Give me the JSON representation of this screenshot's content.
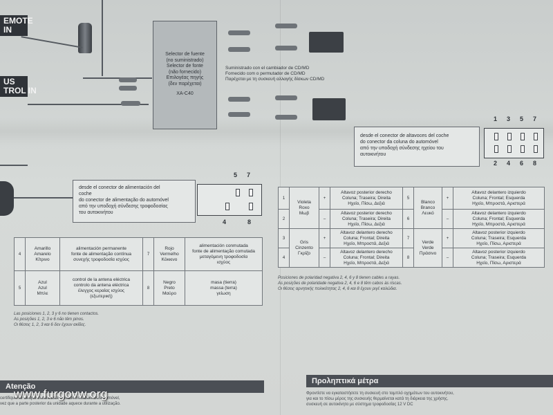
{
  "labels": {
    "remote_in": "EMOTE\nIN",
    "us_trol_in": "US\nTROL IN"
  },
  "selector": {
    "lines": [
      "Selector de fuente",
      "(no suministrado)",
      "Selector de fonte",
      "(não fornecido)",
      "Επιλογέας πηγής",
      "(δεν παρέχεται)"
    ],
    "model": "XA-C40"
  },
  "changer_note": [
    "Suministrado con el cambiador de CD/MD",
    "Fornecido com o permutador de CD/MD",
    "Παρέχεται με τη συσκευή αλλαγής δίσκων CD/MD"
  ],
  "speaker_source": [
    "desde el conector de altavoces del coche",
    "do conector da coluna do automóvel",
    "από την υποδοχή σύνδεσης ηχείου του",
    "αυτοκινήτου"
  ],
  "power_source": [
    "desde el conector de alimentación del",
    "coche",
    "do conector de alimentação do automóvel",
    "από την υποδοχή σύνδεσης τροφοδοσίας",
    "του αυτοκινήτου"
  ],
  "connector_small": {
    "top": [
      "5",
      "7"
    ],
    "bottom": [
      "4",
      "8"
    ]
  },
  "connector_large": {
    "top": [
      "1",
      "3",
      "5",
      "7"
    ],
    "bottom": [
      "2",
      "4",
      "6",
      "8"
    ]
  },
  "power_table": [
    {
      "num": "4",
      "color": [
        "Amarillo",
        "Amarelo",
        "Κίτρινο"
      ],
      "desc": [
        "alimentación permanente",
        "fonte de alimentação contínua",
        "συνεχής τροφοδοσία ισχύος"
      ],
      "num2": "7",
      "color2": [
        "Rojo",
        "Vermelho",
        "Κόκκινο"
      ],
      "desc2": [
        "alimentación conmutada",
        "fonte de alimentação comutada",
        "μεταγόμενη τροφοδοσία",
        "ισχύος"
      ]
    },
    {
      "num": "5",
      "color": [
        "Azul",
        "Azul",
        "Μπλε"
      ],
      "desc": [
        "control de la antena eléctrica",
        "controlo da antena eléctrica",
        "έλεγχος κεραίας ισχύος",
        "(εξωτερική)"
      ],
      "num2": "8",
      "color2": [
        "Negro",
        "Preto",
        "Μαύρο"
      ],
      "desc2": [
        "masa (tierra)",
        "massa (terra)",
        "γείωση"
      ]
    }
  ],
  "power_note": [
    "Las posiciones 1, 2, 3 y 6 no tienen contactos.",
    "As posições 1, 2, 3 e 6 não têm pinos.",
    "Οι θέσεις 1, 2, 3 και 6 δεν έχουν ακίδες."
  ],
  "speaker_table": {
    "left": [
      {
        "num": "1",
        "color": [
          "Violeta",
          "Roxo",
          "Μωβ"
        ],
        "sign": "+",
        "desc": [
          "Altavoz posterior derecho",
          "Coluna; Traseira; Direita",
          "Ηχείο, Πίσω, Δεξιά"
        ]
      },
      {
        "num": "2",
        "sign": "–",
        "desc": [
          "Altavoz posterior derecho",
          "Coluna; Traseira; Direita",
          "Ηχείο, Πίσω, Δεξιά"
        ]
      },
      {
        "num": "3",
        "color": [
          "Gris",
          "Cinzento",
          "Γκρίζο"
        ],
        "sign": "+",
        "desc": [
          "Altavoz delantero derecho",
          "Coluna; Frontal; Direita",
          "Ηχείο, Μπροστά, Δεξιά"
        ]
      },
      {
        "num": "4",
        "sign": "–",
        "desc": [
          "Altavoz delantero derecho",
          "Coluna; Frontal; Direita",
          "Ηχείο, Μπροστά, Δεξιά"
        ]
      }
    ],
    "right": [
      {
        "num": "5",
        "color": [
          "Blanco",
          "Branco",
          "Λευκό"
        ],
        "sign": "+",
        "desc": [
          "Altavoz delantero izquierdo",
          "Coluna; Frontal; Esquerda",
          "Ηχείο, Μπροστά, Αριστερά"
        ]
      },
      {
        "num": "6",
        "sign": "–",
        "desc": [
          "Altavoz delantero izquierdo",
          "Coluna; Frontal; Esquerda",
          "Ηχείο, Μπροστά, Αριστερά"
        ]
      },
      {
        "num": "7",
        "color": [
          "Verde",
          "Verde",
          "Πράσινο"
        ],
        "sign": "+",
        "desc": [
          "Altavoz posterior izquierdo",
          "Coluna; Traseira; Esquerda",
          "Ηχείο, Πίσω, Αριστερά"
        ]
      },
      {
        "num": "8",
        "sign": "–",
        "desc": [
          "Altavoz posterior izquierdo",
          "Coluna; Traseira; Esquerda",
          "Ηχείο, Πίσω, Αριστερά"
        ]
      }
    ]
  },
  "speaker_note": [
    "Posiciones de polaridad negativa 2, 4, 6 y 8 tienen cables a rayas.",
    "As posições de polaridade negativa 2, 4, 6 e 8 têm cabos às riscas.",
    "Οι θέσεις αρνητικής πολικότητας 2, 4, 6 και 8 έχουν ριγέ καλώδια."
  ],
  "headers": {
    "left": "Atenção",
    "right": "Προληπτικά μέτρα"
  },
  "bottom_left": [
    "certifique-se de que instala esta unidade no tablier do automóvel,",
    "vez que a parte posterior da unidade aquece durante a utilização."
  ],
  "bottom_right": [
    "Φροντίστε να εγκαταστήσετε τη συσκευή στο ταμπλό οχημάτων του αυτοκινήτου,",
    "για και το πίσω μέρος της συσκευής θερμαίνεται κατά τη διάρκεια της χρήσης.",
    "συσκευή σε αυτοκίνητο με σύστημα τροφοδοσίας 12 V DC"
  ],
  "watermark": "www.furgovw.org"
}
